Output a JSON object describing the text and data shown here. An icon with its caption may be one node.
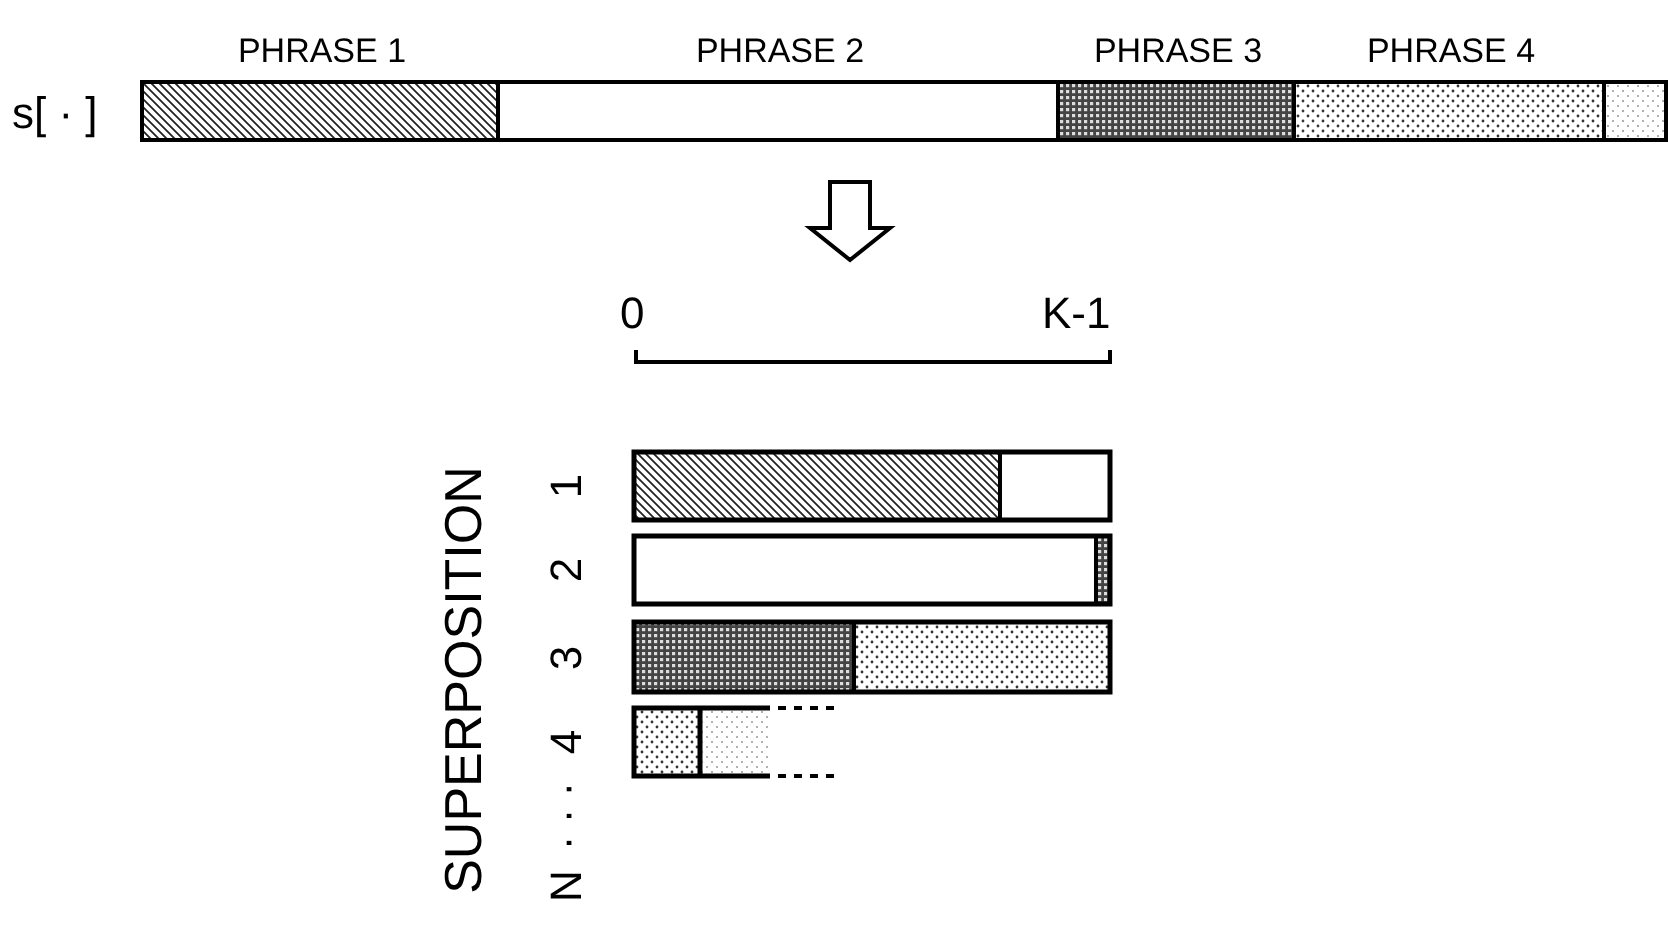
{
  "diagram": {
    "nodes": [
      {
        "text": [],
        "shape": "bar",
        "beside": [
          "s[ · ]"
        ]
      },
      {
        "text": [
          "PHRASE 1"
        ],
        "in": 0
      },
      {
        "text": [
          "PHRASE 2"
        ],
        "in": 0
      },
      {
        "text": [
          "PHRASE 3"
        ],
        "in": 0
      },
      {
        "text": [
          "PHRASE 4"
        ],
        "in": 0
      },
      {
        "text": [],
        "shape": "box",
        "in": 0
      },
      {
        "text": [],
        "shape": "picture"
      }
    ],
    "edges": [
      {
        "from": 0,
        "to": 6,
        "arrow": "to"
      }
    ],
    "labels": [
      "0",
      "K-1",
      "SUPERPOSITION",
      "1",
      "2",
      "3",
      "4",
      "· · ·",
      "N"
    ]
  }
}
